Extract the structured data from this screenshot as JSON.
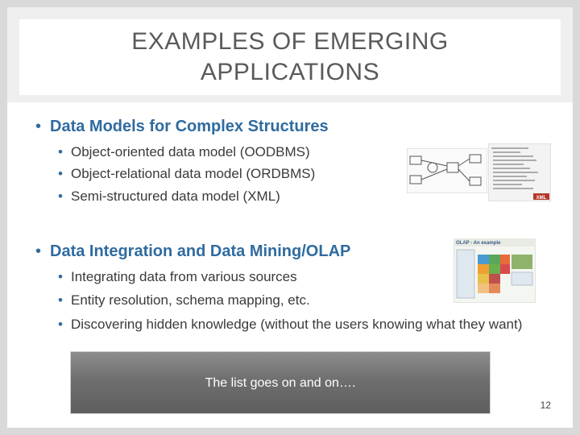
{
  "title": "EXAMPLES OF EMERGING\nAPPLICATIONS",
  "sections": [
    {
      "heading": "Data Models for Complex Structures",
      "items": [
        "Object-oriented data model (OODBMS)",
        "Object-relational data model (ORDBMS)",
        "Semi-structured data model (XML)"
      ]
    },
    {
      "heading": "Data Integration and Data Mining/OLAP",
      "items": [
        "Integrating data from various sources",
        "Entity resolution, schema mapping, etc.",
        "Discovering hidden knowledge (without the users knowing what they want)"
      ]
    }
  ],
  "images": {
    "xml_badge": "XML",
    "olap_caption": "OLAP - An example"
  },
  "callout": "The list goes on and on….",
  "page_number": "12",
  "colors": {
    "accent": "#2f6b9f",
    "title": "#5a5a5a",
    "callout_bg": "#6f6f6f"
  }
}
